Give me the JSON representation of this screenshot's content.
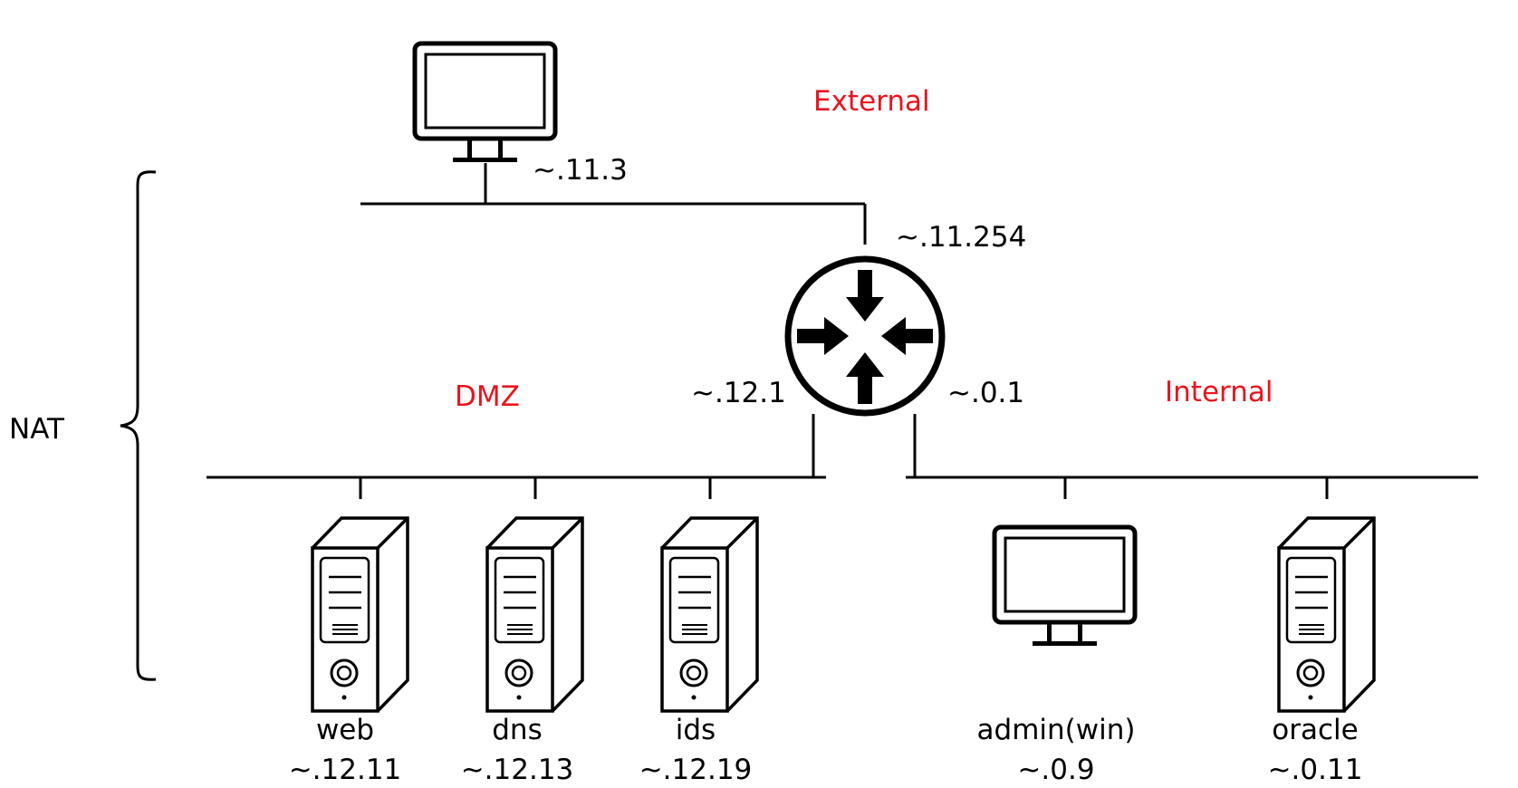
{
  "zones": {
    "external": "External",
    "dmz": "DMZ",
    "internal": "Internal",
    "nat": "NAT"
  },
  "colors": {
    "zone_label": "#e8141e",
    "stroke": "#000000"
  },
  "external_host": {
    "icon": "monitor-icon",
    "ip": "~.11.3"
  },
  "router": {
    "icon": "router-icon",
    "external_ip": "~.11.254",
    "dmz_ip": "~.12.1",
    "internal_ip": "~.0.1"
  },
  "dmz_hosts": [
    {
      "icon": "server-icon",
      "name": "web",
      "ip": "~.12.11"
    },
    {
      "icon": "server-icon",
      "name": "dns",
      "ip": "~.12.13"
    },
    {
      "icon": "server-icon",
      "name": "ids",
      "ip": "~.12.19"
    }
  ],
  "internal_hosts": [
    {
      "icon": "monitor-icon",
      "name": "admin(win)",
      "ip": "~.0.9"
    },
    {
      "icon": "server-icon",
      "name": "oracle",
      "ip": "~.0.11"
    }
  ]
}
